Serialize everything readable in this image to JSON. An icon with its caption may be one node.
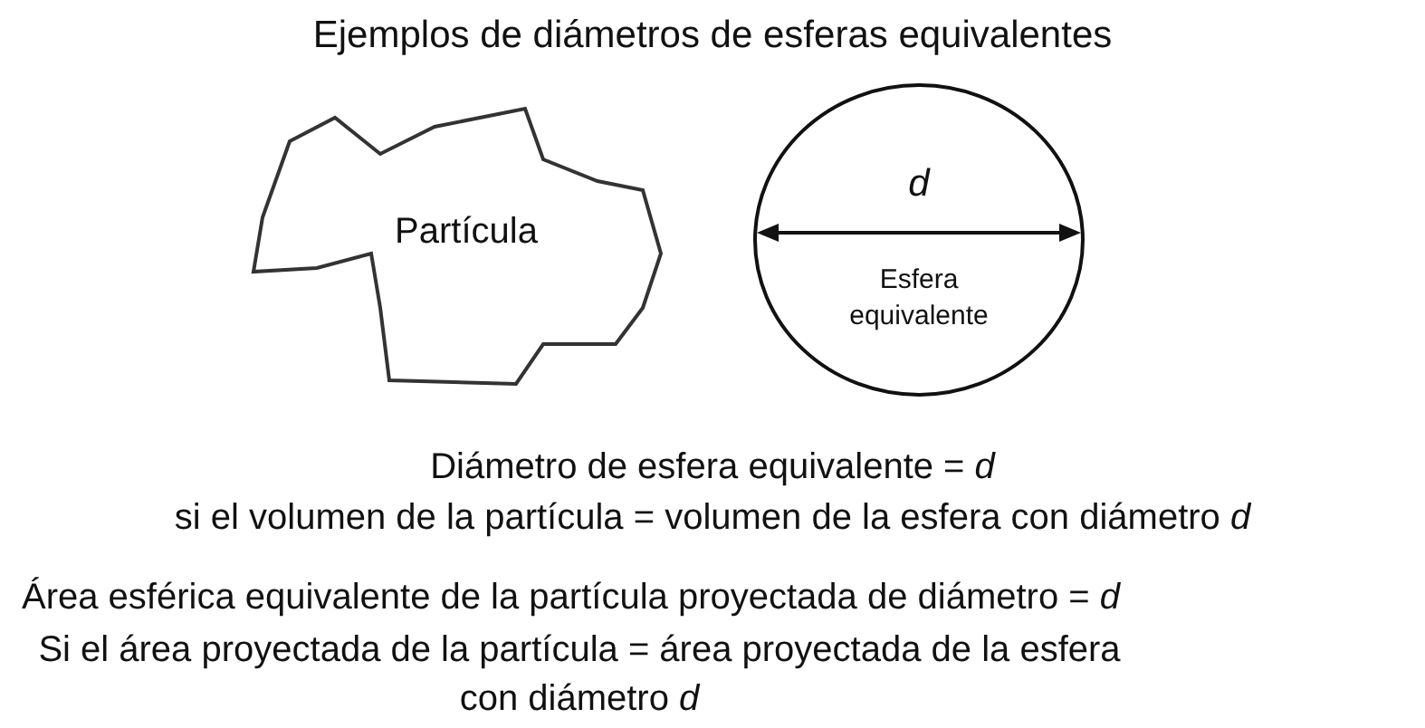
{
  "diagram": {
    "title": "Ejemplos de diámetros de esferas equivalentes",
    "nodes": [
      {
        "text": [
          "Partícula"
        ]
      },
      {
        "text": [
          "d",
          "Esfera equivalente"
        ]
      }
    ],
    "edges": [],
    "labels": [
      "Diámetro de esfera equivalente = *d*",
      "si el volumen de la partícula = volumen de la esfera con diámetro *d*",
      "Área esférica equivalente de la partícula proyectada de diámetro = *d*",
      "Si el área proyectada de la partícula = área proyectada de la esfera con diámetro *d*"
    ]
  }
}
